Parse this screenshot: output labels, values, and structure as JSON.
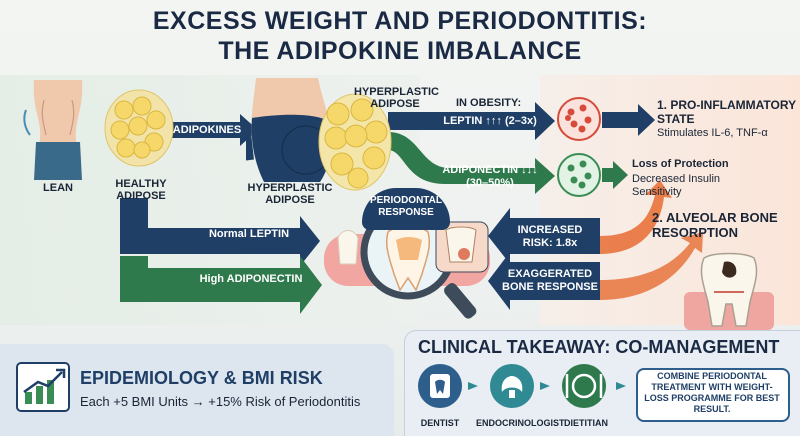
{
  "title_line1": "EXCESS WEIGHT AND PERIODONTITIS:",
  "title_line2": "THE ADIPOKINE IMBALANCE",
  "labels": {
    "lean": "LEAN",
    "healthy_adipose": "HEALTHY ADIPOSE",
    "adipokines": "ADIPOKINES",
    "hyperplastic_top": "HYPERPLASTIC ADIPOSE",
    "hyperplastic_bottom": "HYPERPLASTIC ADIPOSE",
    "in_obesity": "IN OBESITY:",
    "leptin_up": "LEPTIN ↑↑↑ (2–3x)",
    "adiponectin_down": "ADIPONECTIN ↓↓↓ (30–50%)",
    "normal_leptin": "Normal LEPTIN",
    "high_adiponectin": "High ADIPONECTIN",
    "periodontal_response": "PERIODONTAL RESPONSE",
    "increased_risk": "INCREASED RISK: 1.8x",
    "exaggerated_bone": "EXAGGERATED BONE RESPONSE"
  },
  "right_panel": {
    "pro_inflammatory_title": "1. PRO-INFLAMMATORY STATE",
    "pro_inflammatory_desc": "Stimulates IL-6, TNF-α",
    "loss_title": "Loss of Protection",
    "loss_desc": "Decreased Insulin Sensitivity",
    "alveolar_title": "2. ALVEOLAR BONE RESORPTION"
  },
  "epidemiology": {
    "title": "EPIDEMIOLOGY & BMI RISK",
    "desc": "Each +5 BMI Units → +15% Risk of Periodontitis"
  },
  "clinical": {
    "title": "CLINICAL TAKEAWAY: CO-MANAGEMENT",
    "roles": [
      "DENTIST",
      "ENDOCRINOLOGIST",
      "DIETITIAN"
    ],
    "advice": "COMBINE PERIODONTAL TREATMENT WITH WEIGHT-LOSS PROGRAMME FOR BEST RESULT."
  },
  "colors": {
    "navy": "#1f3f66",
    "green": "#2f7a4d",
    "orange": "#e8733c",
    "title": "#1b2a44",
    "teal": "#2f8a93"
  }
}
